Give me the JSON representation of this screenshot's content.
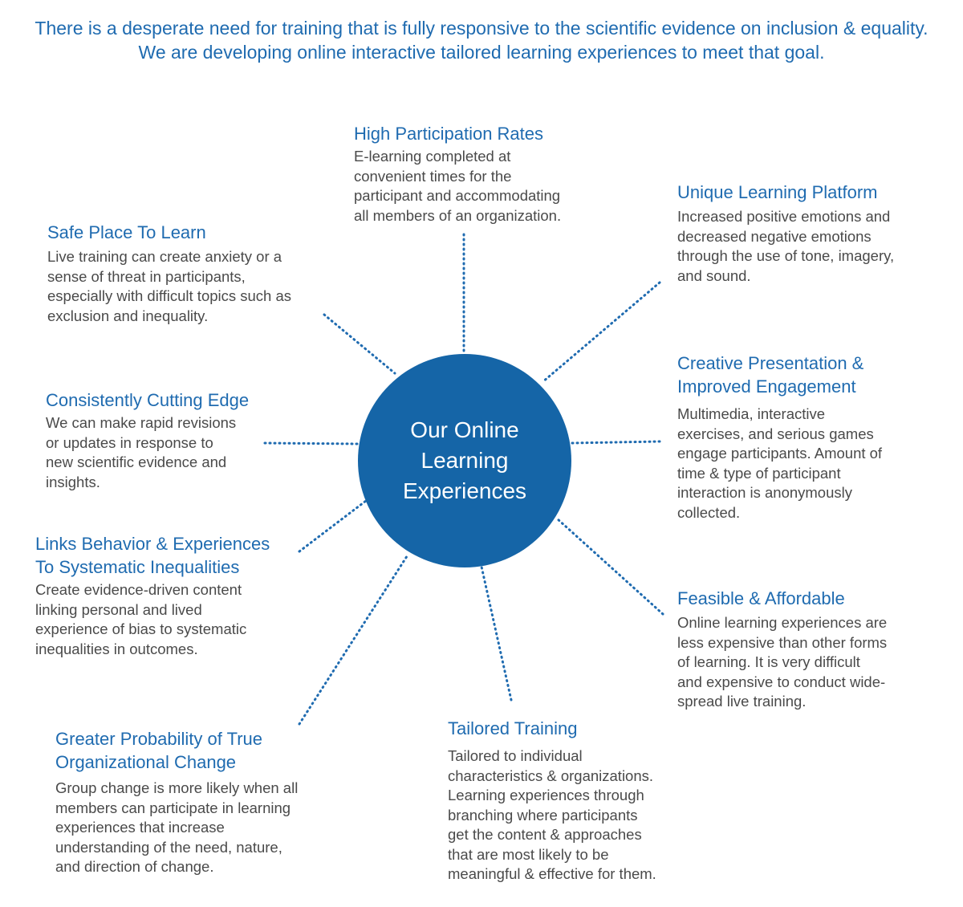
{
  "intro": "There is a desperate need for training that is fully responsive to the scientific evidence on inclusion\n& equality. We are developing online interactive tailored learning experiences to meet that goal.",
  "hub": {
    "label": "Our Online\nLearning\nExperiences",
    "color": "#1565a7"
  },
  "accent_color": "#1f6bb0",
  "nodes": [
    {
      "title": "High Participation Rates",
      "text": "E-learning completed at\nconvenient times for the\nparticipant and accommodating\nall members of an organization."
    },
    {
      "title": "Unique Learning Platform",
      "text": "Increased positive emotions and\ndecreased negative emotions\nthrough the use of tone, imagery,\nand sound."
    },
    {
      "title": "Safe Place To Learn",
      "text": "Live training can create anxiety or a\nsense of threat in participants,\nespecially with difficult topics such as\nexclusion and inequality."
    },
    {
      "title": "Creative Presentation &\nImproved Engagement",
      "text": "Multimedia, interactive\nexercises, and serious games\nengage participants. Amount of\ntime & type of participant\ninteraction is anonymously\ncollected."
    },
    {
      "title": "Consistently Cutting Edge",
      "text": "We can make rapid revisions\nor updates in response to\nnew scientific evidence and\ninsights."
    },
    {
      "title": "Links Behavior & Experiences\nTo Systematic Inequalities",
      "text": "Create evidence-driven content\nlinking personal and lived\nexperience of bias to systematic\ninequalities in outcomes."
    },
    {
      "title": "Feasible & Affordable",
      "text": "Online learning experiences are\nless expensive than other forms\nof learning. It is very difficult\nand expensive to conduct wide-\nspread live training."
    },
    {
      "title": "Greater Probability of True\nOrganizational Change",
      "text": "Group change is more likely when all\nmembers can participate in learning\nexperiences that increase\nunderstanding of the need, nature,\nand direction of change."
    },
    {
      "title": "Tailored Training",
      "text": "Tailored to individual\ncharacteristics & organizations.\nLearning experiences through\nbranching where participants\nget the content & approaches\nthat are most likely to be\nmeaningful & effective for them."
    }
  ]
}
